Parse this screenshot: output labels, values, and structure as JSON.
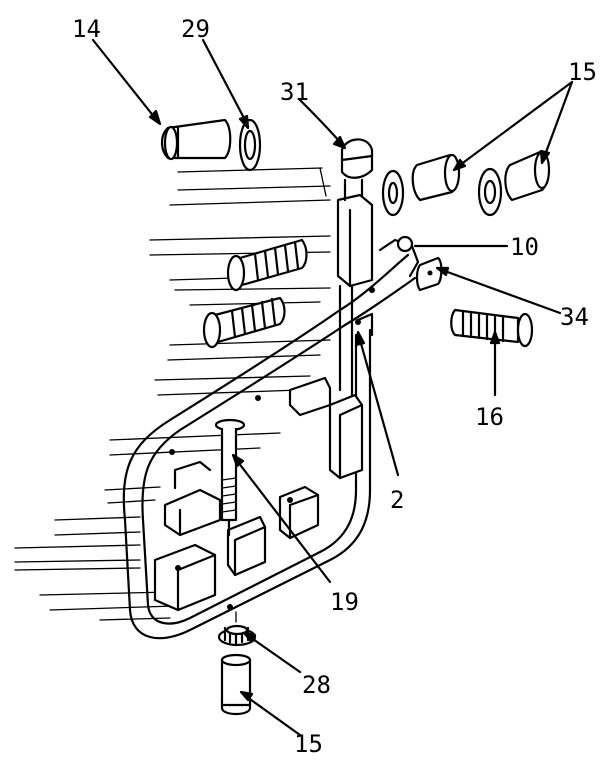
{
  "labels": {
    "l14": "14",
    "l29": "29",
    "l31": "31",
    "l15a": "15",
    "l10": "10",
    "l34": "34",
    "l16": "16",
    "l2": "2",
    "l19": "19",
    "l28": "28",
    "l15b": "15"
  }
}
